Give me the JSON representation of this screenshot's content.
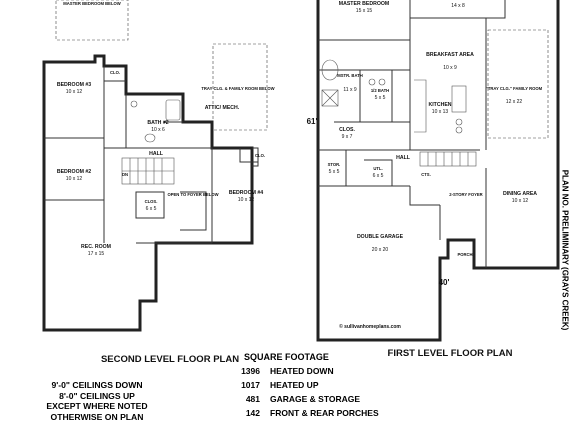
{
  "second_floor": {
    "title": "SECOND LEVEL FLOOR PLAN",
    "rooms": {
      "master_bedroom_below": "MASTER BEDROOM BELOW",
      "bedroom3": {
        "name": "BEDROOM #3",
        "size": "10 x 12"
      },
      "clo1": "CLO.",
      "bath2": {
        "name": "BATH #2",
        "size": "10 x 6"
      },
      "tray_below": "TRAY CLG. & FAMILY ROOM BELOW",
      "attic": "ATTIC/ MECH.",
      "hall": "HALL",
      "clo2": "CLO.",
      "bedroom2": {
        "name": "BEDROOM #2",
        "size": "10 x 12"
      },
      "clos": {
        "name": "CLOS.",
        "size": "6 x 5"
      },
      "open_to_foyer": "OPEN TO FOYER BELOW",
      "bedroom4": {
        "name": "BEDROOM #4",
        "size": "10 x 12"
      },
      "rec_room": {
        "name": "REC. ROOM",
        "size": "17 x 15"
      },
      "dn": "DN"
    }
  },
  "first_floor": {
    "title": "FIRST LEVEL FLOOR PLAN",
    "rooms": {
      "master_bedroom": {
        "name": "MASTER BEDROOM",
        "size": "15 x 15"
      },
      "top_right_size": "14 x 8",
      "breakfast": {
        "name": "BREAKFAST AREA",
        "size": "10 x 9"
      },
      "family_room": {
        "name": "\"TRAY CLG.\" FAMILY ROOM",
        "size": "12 x 22"
      },
      "mstr_bath": {
        "name": "MSTR. BATH",
        "size": "11 x 9"
      },
      "half_bath": {
        "name": "1/2 BATH",
        "size": "5 x 5"
      },
      "kitchen": {
        "name": "KITCHEN",
        "size": "10 x 13"
      },
      "clos": {
        "name": "CLOS.",
        "size": "9 x 7"
      },
      "hall": "HALL",
      "stor": {
        "name": "STOR.",
        "size": "5 x 5"
      },
      "utl": {
        "name": "UTL.",
        "size": "6 x 5"
      },
      "cts": "CTS.",
      "foyer": {
        "name": "2-STORY FOYER"
      },
      "dining": {
        "name": "DINING AREA",
        "size": "10 x 12"
      },
      "porch": "PORCH",
      "garage": {
        "name": "DOUBLE GARAGE",
        "size": "20 x 20"
      },
      "copyright": "© sullivanhomeplans.com"
    },
    "dims": {
      "depth": "61'",
      "width": "40'"
    }
  },
  "square_footage": {
    "heading": "SQUARE FOOTAGE",
    "rows": [
      {
        "value": "1396",
        "label": "HEATED DOWN"
      },
      {
        "value": "1017",
        "label": "HEATED UP"
      },
      {
        "value": "481",
        "label": "GARAGE & STORAGE"
      },
      {
        "value": "142",
        "label": "FRONT & REAR PORCHES"
      }
    ]
  },
  "ceiling_notes": [
    "9'-0\" CEILINGS DOWN",
    "8'-0\" CEILINGS UP",
    "EXCEPT WHERE NOTED",
    "OTHERWISE ON PLAN"
  ],
  "side_label": "PLAN NO. PRELIMINARY (GRAYS CREEK)"
}
